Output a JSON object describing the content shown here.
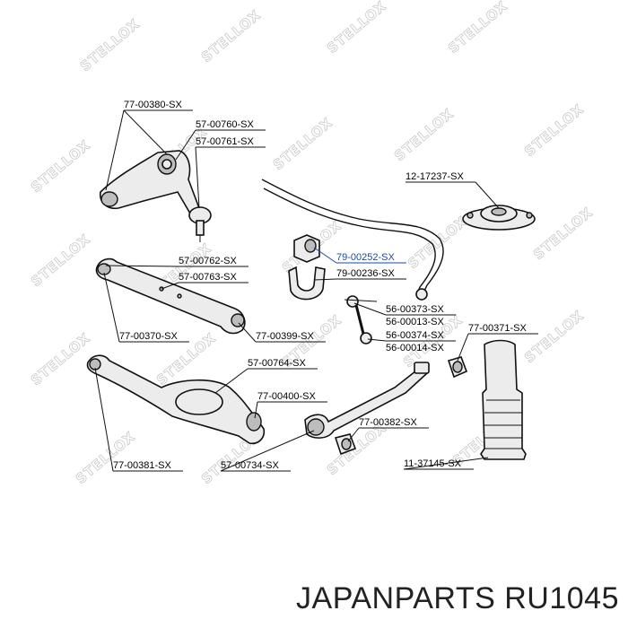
{
  "watermark": "STELLOX",
  "labels": [
    {
      "id": "77-00380-SX",
      "text": "77-00380-SX"
    },
    {
      "id": "57-00760-SX",
      "text": "57-00760-SX"
    },
    {
      "id": "57-00761-SX",
      "text": "57-00761-SX"
    },
    {
      "id": "12-17237-SX",
      "text": "12-17237-SX"
    },
    {
      "id": "79-00252-SX",
      "text": "79-00252-SX",
      "highlight": true
    },
    {
      "id": "79-00236-SX",
      "text": "79-00236-SX"
    },
    {
      "id": "57-00762-SX",
      "text": "57-00762-SX"
    },
    {
      "id": "57-00763-SX",
      "text": "57-00763-SX"
    },
    {
      "id": "56-00373-SX",
      "text": "56-00373-SX"
    },
    {
      "id": "56-00013-SX",
      "text": "56-00013-SX"
    },
    {
      "id": "77-00371-SX",
      "text": "77-00371-SX"
    },
    {
      "id": "56-00374-SX",
      "text": "56-00374-SX"
    },
    {
      "id": "56-00014-SX",
      "text": "56-00014-SX"
    },
    {
      "id": "77-00370-SX",
      "text": "77-00370-SX"
    },
    {
      "id": "77-00399-SX",
      "text": "77-00399-SX"
    },
    {
      "id": "57-00764-SX",
      "text": "57-00764-SX"
    },
    {
      "id": "77-00400-SX",
      "text": "77-00400-SX"
    },
    {
      "id": "77-00382-SX",
      "text": "77-00382-SX"
    },
    {
      "id": "77-00381-SX",
      "text": "77-00381-SX"
    },
    {
      "id": "57-00734-SX",
      "text": "57-00734-SX"
    },
    {
      "id": "11-37145-SX",
      "text": "11-37145-SX"
    }
  ],
  "footer": {
    "text": "JAPANPARTS RU1045"
  },
  "colors": {
    "highlight": "#1a4b9e",
    "line": "#111111",
    "watermark": "#c9c9c9"
  }
}
